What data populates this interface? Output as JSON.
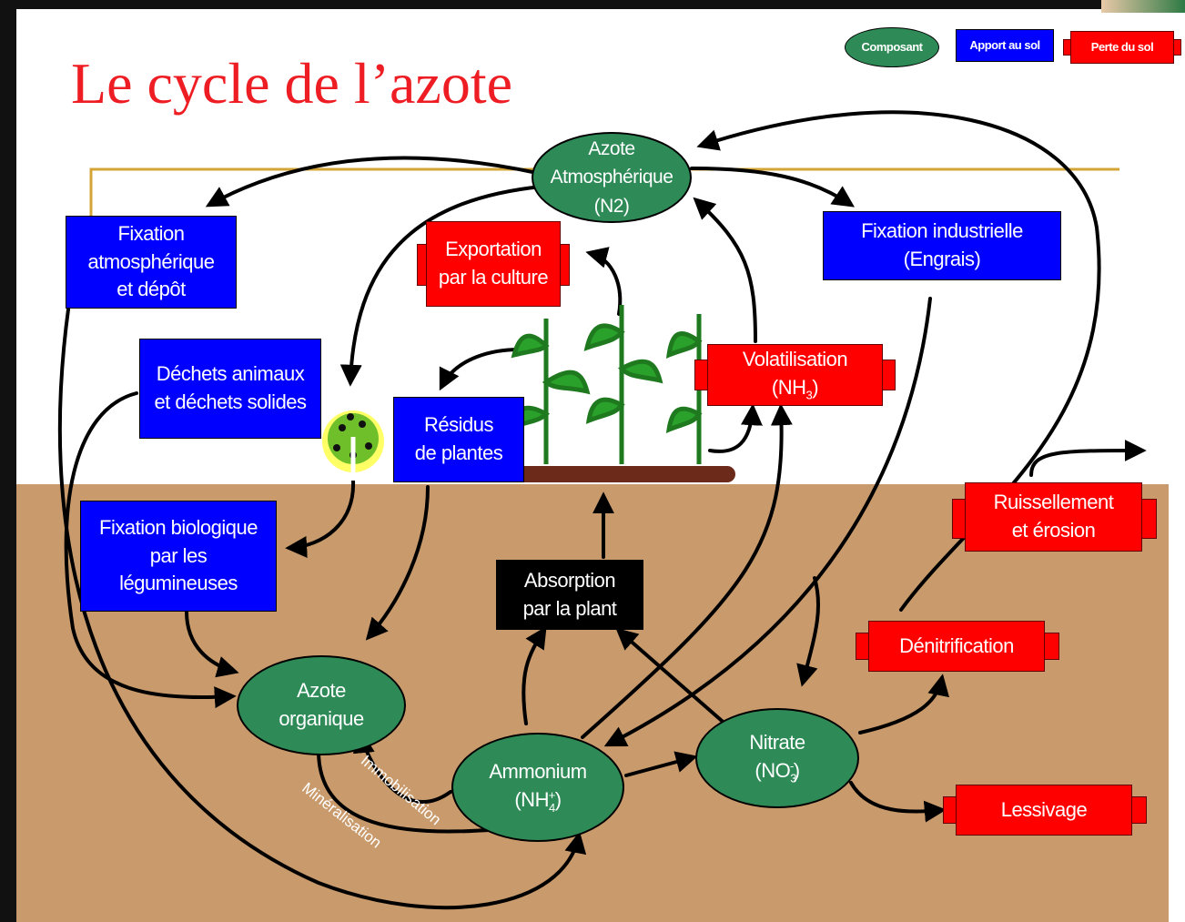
{
  "title": "Le cycle de l’azote",
  "legend": {
    "component": "Composant",
    "input": "Apport au sol",
    "loss": "Perte du sol"
  },
  "nodes": {
    "atmospheric_nitrogen": [
      "Azote",
      "Atmosphérique",
      "(N2)"
    ],
    "atmospheric_fixation": [
      "Fixation",
      "atmosphérique",
      "et dépôt"
    ],
    "industrial_fixation": [
      "Fixation industrielle",
      "(Engrais)"
    ],
    "crop_export": [
      "Exportation",
      "par la culture"
    ],
    "animal_waste": [
      "Déchets animaux",
      "et déchets solides"
    ],
    "plant_residues": [
      "Résidus",
      "de plantes"
    ],
    "volatilization": [
      "Volatilisation",
      "(NH"
    ],
    "biological_fixation": [
      "Fixation biologique",
      "par les",
      "légumineuses"
    ],
    "plant_absorption": [
      "Absorption",
      "par la plant"
    ],
    "runoff_erosion": [
      "Ruissellement",
      "et érosion"
    ],
    "denitrification": "Dénitrification",
    "organic_nitrogen": [
      "Azote",
      "organique"
    ],
    "ammonium": [
      "Ammonium",
      "(NH"
    ],
    "nitrate": [
      "Nitrate",
      "(NO"
    ],
    "leaching": "Lessivage"
  },
  "formula": {
    "nh3_sub": "3",
    "nh4_sub": "4",
    "nh4_sup": "+",
    "no3_sub": "3",
    "no3_sup": "-",
    "close": ")"
  },
  "process_labels": {
    "immobilization": "Immobilisation",
    "mineralization": "Minéralisation"
  },
  "colors": {
    "title": "#ee1d23",
    "input_box": "#0000ff",
    "loss_box": "#ff0000",
    "component": "#2e8b57",
    "soil": "#c99a6b",
    "absorption_box": "#000000",
    "frame_line": "#d4a437"
  }
}
